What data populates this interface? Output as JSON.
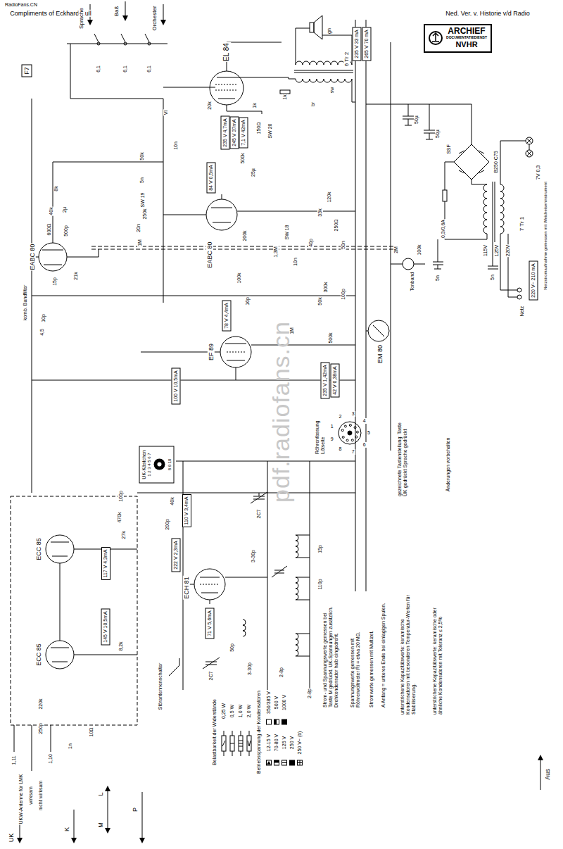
{
  "diagram": {
    "nodes": [
      {
        "text": [
          "ARCHIEF",
          "DOCUMENTATIEDIENST",
          "NVHR"
        ]
      },
      {
        "text": [
          "F7"
        ]
      },
      {
        "text": [
          "235 V 33 mA"
        ]
      },
      {
        "text": [
          "265 V 70 mA"
        ]
      },
      {
        "text": [
          "235 V 4,7mA"
        ]
      },
      {
        "text": [
          "245 V 37mA"
        ]
      },
      {
        "text": [
          "7,1 V 42mA"
        ]
      },
      {
        "text": [
          "84 V 0,5mA"
        ]
      },
      {
        "text": [
          "78 V 4,4mA"
        ]
      },
      {
        "text": [
          "100 V 10,5mA"
        ]
      },
      {
        "text": [
          "235 V 1,42mA"
        ]
      },
      {
        "text": [
          "42 V 0,38mA"
        ]
      },
      {
        "text": [
          "110 V 3,4mA"
        ]
      },
      {
        "text": [
          "222 V 2,3mA"
        ]
      },
      {
        "text": [
          "71 V 5,6mA"
        ]
      },
      {
        "text": [
          "117 V 4,3mA"
        ]
      },
      {
        "text": [
          "145 V 10,5mA"
        ]
      },
      {
        "text": [
          "220 V~ 210 mA"
        ]
      },
      {
        "text": [
          "UK-Kästchen",
          "1 2 3 4 5 6 7",
          "8 9 10"
        ]
      }
    ],
    "labels": [
      "RadioFans.CN",
      "Compliments of Eckhard Kull",
      "Ned. Ver. v. Historie v/d Radio",
      "pdf.radiofans.cn",
      "Sprache",
      "Baß",
      "Orchester",
      "6,1",
      "6,1",
      "6,1",
      "VI",
      "6 Tr 2",
      "gn",
      "sw",
      "br",
      "1k",
      "20k",
      "EL 84",
      "50k",
      "5n",
      "1k",
      "150Ω",
      "SW 20",
      "500k",
      "25µ",
      "10n",
      "SW 19",
      "250k",
      "20n",
      "1M",
      "8k",
      "40k",
      "2µ",
      "600Ω",
      "500p",
      "EABC 80",
      "21k",
      "15p",
      "10p",
      "4,5",
      "komb. Bandfilter",
      "EABC 80",
      "200k",
      "1,3M",
      "SW 18",
      "10n",
      "40p",
      "50n",
      "250Ω",
      "33k",
      "120k",
      "2M",
      "100k",
      "Tonband",
      "50µ",
      "50µ",
      "SSF",
      "B250 C75",
      "7V 0,3",
      "7 Tr 1",
      "220V",
      "125V",
      "115V",
      "0,3/0,6A",
      "5n",
      "5n",
      "Netz",
      "Netzstromaufnahme gemessen mit Weicheiseninstrument",
      "EF 89",
      "EM 80",
      "1M",
      "500k",
      "50k",
      "16p",
      "100k",
      "100p",
      "300k",
      "Röhrenfassung Lötseite",
      "1",
      "2",
      "3",
      "4",
      "5",
      "6",
      "7",
      "8",
      "9",
      "gezeichnete Tastenstellung: Taste UK gedrückt Sprache gedrückt",
      "Änderungen vorbehalten",
      "ECH 81",
      "ECC 85",
      "ECC 85",
      "2C7",
      "2C7",
      "3-30p",
      "3-30p",
      "2-8p",
      "2-8p",
      "15p",
      "110p",
      "50p",
      "40k",
      "200p",
      "470k",
      "27k",
      "100p",
      "8,2k",
      "10Ω",
      "220k",
      "250p",
      "1n",
      "1,11",
      "1,10",
      "UKW-Antenne für LMK",
      "wirksam",
      "nicht wirksam",
      "Störantennenschalter",
      "UK",
      "K",
      "M",
      "L",
      "P",
      "Aus",
      "Belastbarkeit der Widerstände",
      "Betriebsspannung der Kondensatoren",
      "Strom- und Spannungswerte gemessen bei Taste M gedrückt. UK-Spannungen zusätzlich. Drehkondensator halb eingedreht.",
      "Spannungswerte gemessen mit Röhrenvoltmeter Ri = etwa 20 MΩ.",
      "Stromwerte gemessen mit Multizet.",
      "A Anfang = unteres Ende bei einlagigen Spulen.",
      "unterstrichene Kapazitätswerte: keramische Kondensatoren mit besonderen Temperatur-Werten für Stabilisierung.",
      "unterstrichene Kapazitätswerte: keramische oder ähnliche Kondensatoren mit Toleranz ≤ 2,5%"
    ],
    "legend": [
      {
        "text": "0,25 W"
      },
      {
        "text": "0,5 W"
      },
      {
        "text": "1,0 W"
      },
      {
        "text": "2,0 W"
      },
      {
        "text": "12-15 V"
      },
      {
        "text": "70-80 V"
      },
      {
        "text": "125 V"
      },
      {
        "text": "250 V"
      },
      {
        "text": "250 V~ (b)"
      },
      {
        "text": "350/385 V"
      },
      {
        "text": "500 V"
      },
      {
        "text": "1000 V"
      }
    ]
  }
}
